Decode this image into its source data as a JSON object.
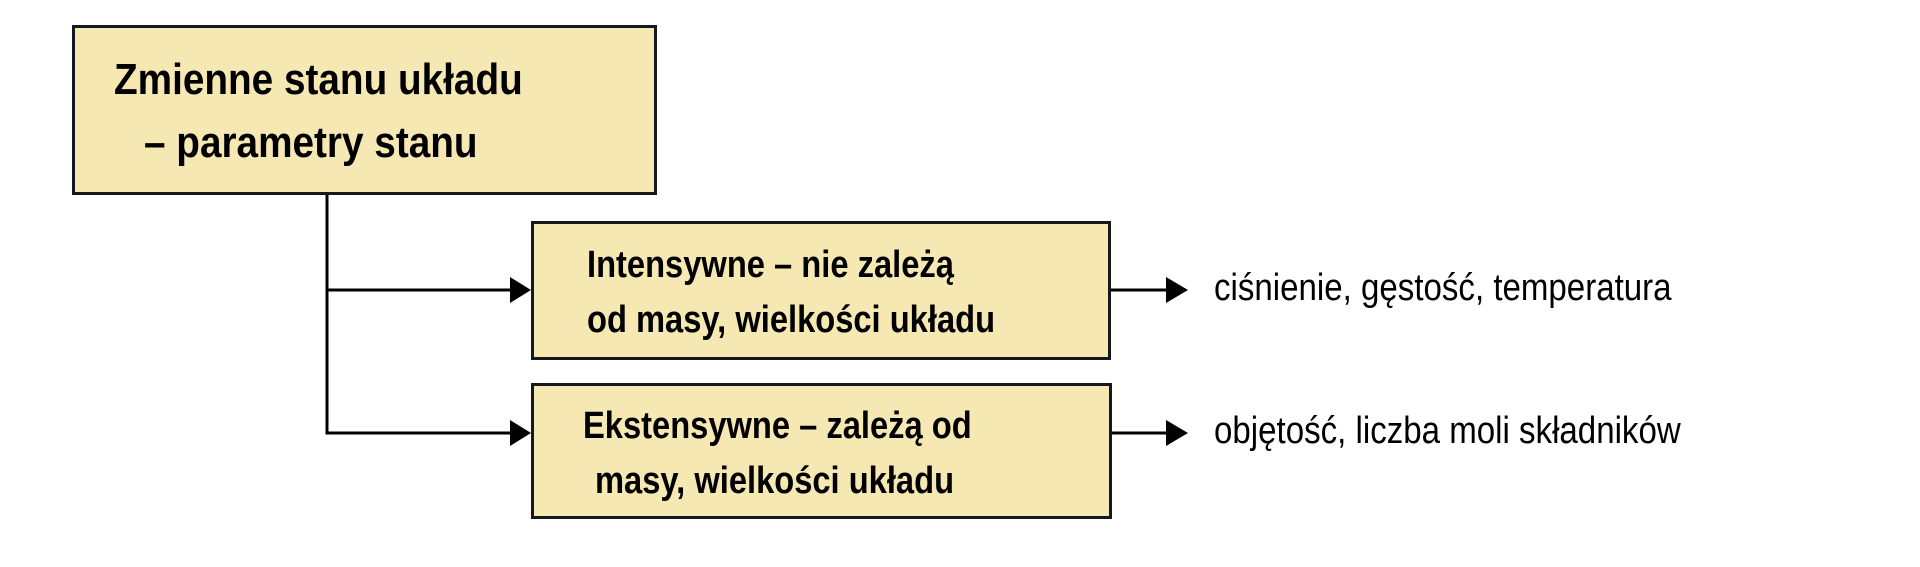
{
  "diagram": {
    "root": {
      "lines": [
        "Zmienne stanu układu",
        "– parametry stanu"
      ]
    },
    "branches": [
      {
        "lines": [
          "Intensywne – nie zależą",
          "od masy, wielkości układu"
        ],
        "examples": "ciśnienie, gęstość, temperatura"
      },
      {
        "lines": [
          "Ekstensywne – zależą od",
          "masy, wielkości układu"
        ],
        "examples": "objętość, liczba moli składników"
      }
    ],
    "colors": {
      "box_fill": "#f5e8b3",
      "box_border": "#15181c",
      "line": "#000000",
      "text": "#000000",
      "background": "#ffffff"
    }
  }
}
